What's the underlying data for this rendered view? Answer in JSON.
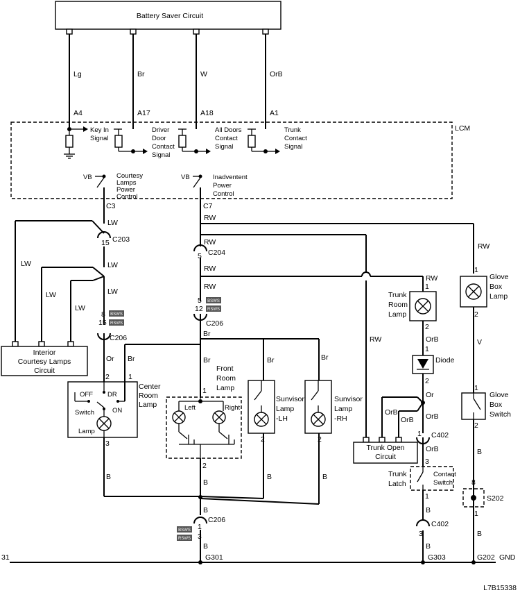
{
  "modules": {
    "battery_saver": "Battery Saver Circuit",
    "lcm": "LCM",
    "interior_courtesy": [
      "Interior",
      "Courtesy Lamps",
      "Circuit"
    ],
    "trunk_open": [
      "Trunk Open",
      "Circuit"
    ]
  },
  "lcm_signals": {
    "key_in": [
      "Key In",
      "Signal"
    ],
    "driver_door": [
      "Driver",
      "Door",
      "Contact",
      "Signal"
    ],
    "all_doors": [
      "All Doors",
      "Contact",
      "Signal"
    ],
    "trunk": [
      "Trunk",
      "Contact",
      "Signal"
    ],
    "courtesy": [
      "Courtesy",
      "Lamps",
      "Power",
      "Control"
    ],
    "inadvertent": [
      "Inadventent",
      "Power",
      "Control"
    ],
    "vb": "VB"
  },
  "pins": {
    "a4": "A4",
    "a17": "A17",
    "a18": "A18",
    "a1": "A1",
    "c3": "C3",
    "c7": "C7"
  },
  "wires": {
    "lg": "Lg",
    "br": "Br",
    "w": "W",
    "orb": "OrB",
    "lw": "LW",
    "rw": "RW",
    "or": "Or",
    "b": "B",
    "v": "V"
  },
  "connectors": {
    "c203": "C203",
    "c204": "C204",
    "c206": "C206",
    "c402": "C402",
    "s202": "S202",
    "g301": "G301",
    "g303": "G303",
    "g202": "G202",
    "gnd": "GND"
  },
  "components": {
    "center_room": [
      "Center",
      "Room",
      "Lamp"
    ],
    "front_room": [
      "Front",
      "Room",
      "Lamp"
    ],
    "sunvisor_lh": [
      "Sunvisor",
      "Lamp",
      "-LH"
    ],
    "sunvisor_rh": [
      "Sunvisor",
      "Lamp",
      "-RH"
    ],
    "trunk_room": [
      "Trunk",
      "Room",
      "Lamp"
    ],
    "glove_lamp": [
      "Glove",
      "Box",
      "Lamp"
    ],
    "glove_switch": [
      "Glove",
      "Box",
      "Switch"
    ],
    "diode": "Diode",
    "trunk_latch": [
      "Trunk",
      "Latch"
    ],
    "contact_switch": [
      "Contact",
      "Switch"
    ],
    "off": "OFF",
    "dr": "DR",
    "on": "ON",
    "switch": "Switch",
    "lamp": "Lamp",
    "left": "Left",
    "right": "Right"
  },
  "pin_numbers": {
    "n1": "1",
    "n2": "2",
    "n3": "3",
    "n5": "5",
    "n8": "8",
    "n12": "12",
    "n15": "15"
  },
  "variant_tags": [
    "BSWS",
    "RSWS"
  ],
  "edge_number": "31",
  "figure_id": "L7B15338"
}
